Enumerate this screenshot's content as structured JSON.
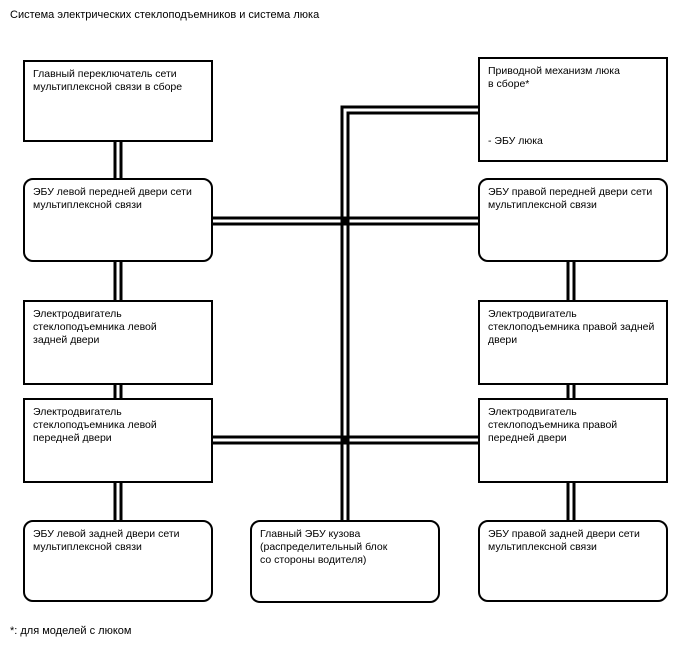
{
  "title": "Система электрических стеклоподъемников и система люка",
  "footnote": "*: для моделей с люком",
  "colors": {
    "line": "#000000",
    "background": "#ffffff",
    "text": "#000000"
  },
  "nodes": {
    "main_switch": {
      "label": "Главный переключатель сети\nмультиплексной связи в сборе"
    },
    "front_left_door_ecu": {
      "label": "ЭБУ левой передней двери сети\nмультиплексной связи"
    },
    "rear_left_window_motor": {
      "label": "Электродвигатель\nстеклоподъемника левой\nзадней двери"
    },
    "front_left_window_motor": {
      "label": "Электродвигатель\nстеклоподъемника левой\nпередней двери"
    },
    "rear_left_door_ecu": {
      "label": "ЭБУ левой задней двери сети\nмультиплексной связи"
    },
    "main_body_ecu": {
      "label": "Главный ЭБУ кузова\n(распределительный блок\nсо стороны водителя)"
    },
    "sunroof_drive": {
      "label": "Приводной механизм люка\nв сборе*",
      "sublabel": "- ЭБУ люка"
    },
    "front_right_door_ecu": {
      "label": "ЭБУ правой передней двери сети\nмультиплексной связи"
    },
    "rear_right_window_motor": {
      "label": "Электродвигатель\nстеклоподъемника правой задней\nдвери"
    },
    "front_right_window_motor": {
      "label": "Электродвигатель\nстеклоподъемника правой\nпередней двери"
    },
    "rear_right_door_ecu": {
      "label": "ЭБУ правой задней двери сети\nмультиплексной связи"
    }
  }
}
